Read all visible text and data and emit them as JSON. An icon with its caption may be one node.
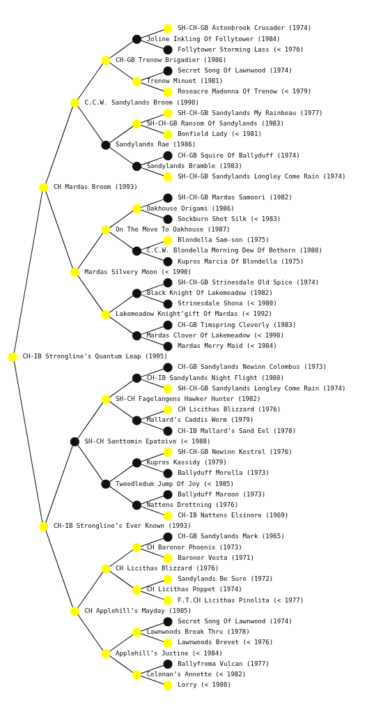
{
  "diagram": {
    "nodes": [
      {
        "text": [],
        "shape": "circle",
        "beside": [
          "SH-CH-GB Astonbrook Crusader (1974)"
        ]
      },
      {
        "text": [],
        "shape": "circle",
        "beside": [
          "Joline Inkling Of Follytower (1984)"
        ]
      },
      {
        "text": [],
        "shape": "circle",
        "beside": [
          "Follytower Storming Lass (< 1976)"
        ]
      },
      {
        "text": [],
        "shape": "circle",
        "beside": [
          "CH-GB Trenow Brigadier (1986)"
        ]
      },
      {
        "text": [],
        "shape": "circle",
        "beside": [
          "Secret Song Of Lawnwood (1974)"
        ]
      },
      {
        "text": [],
        "shape": "circle",
        "beside": [
          "Trenow Minuet (1981)"
        ]
      },
      {
        "text": [],
        "shape": "circle",
        "beside": [
          "Roseacre Madonna Of Trenow (< 1979)"
        ]
      },
      {
        "text": [],
        "shape": "circle",
        "beside": [
          "C.C.W. Sandylands Broom (1990)"
        ]
      },
      {
        "text": [],
        "shape": "circle",
        "beside": [
          "SH-CH-GB Sandylands My Rainbeau (1977)"
        ]
      },
      {
        "text": [],
        "shape": "circle",
        "beside": [
          "SH-CH-GB Ransom Of Sandylands (1983)"
        ]
      },
      {
        "text": [],
        "shape": "circle",
        "beside": [
          "Bonfield Lady (< 1981)"
        ]
      },
      {
        "text": [],
        "shape": "circle",
        "beside": [
          "Sandylands Rae (1986)"
        ]
      },
      {
        "text": [],
        "shape": "circle",
        "beside": [
          "CH-GB Squire Of Ballyduff (1974)"
        ]
      },
      {
        "text": [],
        "shape": "circle",
        "beside": [
          "Sandylands Bramble (1983)"
        ]
      },
      {
        "text": [],
        "shape": "circle",
        "beside": [
          "SH-CH-GB Sandylands Longley Come Rain (1974)"
        ]
      },
      {
        "text": [],
        "shape": "circle",
        "beside": [
          "CH Mardas Broom (1993)"
        ]
      },
      {
        "text": [],
        "shape": "circle",
        "beside": [
          "SH-CH-GB Mardas Samoori (1982)"
        ]
      },
      {
        "text": [],
        "shape": "circle",
        "beside": [
          "Oakhouse Origami (1986)"
        ]
      },
      {
        "text": [],
        "shape": "circle",
        "beside": [
          "Sockburn Shot Silk (< 1983)"
        ]
      },
      {
        "text": [],
        "shape": "circle",
        "beside": [
          "On The Move To Oakhouse (1987)"
        ]
      },
      {
        "text": [],
        "shape": "circle",
        "beside": [
          "Blondella Sam-son (1975)"
        ]
      },
      {
        "text": [],
        "shape": "circle",
        "beside": [
          "C.C.W. Blondella Morning Dew Of Bothorn (1980)"
        ]
      },
      {
        "text": [],
        "shape": "circle",
        "beside": [
          "Kupros Marcia Of Blondella (1975)"
        ]
      },
      {
        "text": [],
        "shape": "circle",
        "beside": [
          "Mardas Silvery Moon (< 1990)"
        ]
      },
      {
        "text": [],
        "shape": "circle",
        "beside": [
          "SH-CH-GB Strinesdale Old Spice (1974)"
        ]
      },
      {
        "text": [],
        "shape": "circle",
        "beside": [
          "Black Knight Of Lakemeadow (1982)"
        ]
      },
      {
        "text": [],
        "shape": "circle",
        "beside": [
          "Strinesdale Shona (< 1980)"
        ]
      },
      {
        "text": [],
        "shape": "circle",
        "beside": [
          "Lakemeadow Knight’gift Of Mardas (< 1992)"
        ]
      },
      {
        "text": [],
        "shape": "circle",
        "beside": [
          "CH-GB Timspring Cleverly (1983)"
        ]
      },
      {
        "text": [],
        "shape": "circle",
        "beside": [
          "Mardas Clover Of Lakemeadow (< 1990)"
        ]
      },
      {
        "text": [],
        "shape": "circle",
        "beside": [
          "Mardas Merry Maid (< 1984)"
        ]
      },
      {
        "text": [],
        "shape": "circle",
        "beside": [
          "CH-IB Strongline’s Quantum Leap (1995)"
        ]
      },
      {
        "text": [],
        "shape": "circle",
        "beside": [
          "CH-GB Sandylands Newinn Colombus (1973)"
        ]
      },
      {
        "text": [],
        "shape": "circle",
        "beside": [
          "CH-IB Sandylands Night Flight (1980)"
        ]
      },
      {
        "text": [],
        "shape": "circle",
        "beside": [
          "SH-CH-GB Sandylands Longley Come Rain (1974)"
        ]
      },
      {
        "text": [],
        "shape": "circle",
        "beside": [
          "SH-CH Fagelangens Hawker Hunter (1982)"
        ]
      },
      {
        "text": [],
        "shape": "circle",
        "beside": [
          "CH Licithas Blizzard (1976)"
        ]
      },
      {
        "text": [],
        "shape": "circle",
        "beside": [
          "Mallard’s Caddis Worm (1979)"
        ]
      },
      {
        "text": [],
        "shape": "circle",
        "beside": [
          "CH-IB Mallard’s Sand Eel (1978)"
        ]
      },
      {
        "text": [],
        "shape": "circle",
        "beside": [
          "SH-CH Santtomin Epatoivo (< 1988)"
        ]
      },
      {
        "text": [],
        "shape": "circle",
        "beside": [
          "SH-CH-GB Newinn Kestrel (1976)"
        ]
      },
      {
        "text": [],
        "shape": "circle",
        "beside": [
          "Kupros Kassidy (1979)"
        ]
      },
      {
        "text": [],
        "shape": "circle",
        "beside": [
          "Ballyduff Morella (1973)"
        ]
      },
      {
        "text": [],
        "shape": "circle",
        "beside": [
          "Tweedledum Jump Of Joy (< 1985)"
        ]
      },
      {
        "text": [],
        "shape": "circle",
        "beside": [
          "Ballyduff Maroon (1973)"
        ]
      },
      {
        "text": [],
        "shape": "circle",
        "beside": [
          "Nattens Drottning (1976)"
        ]
      },
      {
        "text": [],
        "shape": "circle",
        "beside": [
          "CH-IB Nattens Elsinore (1969)"
        ]
      },
      {
        "text": [],
        "shape": "circle",
        "beside": [
          "CH-IB Strongline’s Ever Known (1993)"
        ]
      },
      {
        "text": [],
        "shape": "circle",
        "beside": [
          "CH-GB Sandylands Mark (1965)"
        ]
      },
      {
        "text": [],
        "shape": "circle",
        "beside": [
          "CH Baronor Phoenix (1973)"
        ]
      },
      {
        "text": [],
        "shape": "circle",
        "beside": [
          "Baronor Vesta (1971)"
        ]
      },
      {
        "text": [],
        "shape": "circle",
        "beside": [
          "CH Licithas Blizzard (1976)"
        ]
      },
      {
        "text": [],
        "shape": "circle",
        "beside": [
          "Sandylands Be Sure (1972)"
        ]
      },
      {
        "text": [],
        "shape": "circle",
        "beside": [
          "CH Licithas Poppet (1974)"
        ]
      },
      {
        "text": [],
        "shape": "circle",
        "beside": [
          "F.T.CH Licithas Pinolita (< 1977)"
        ]
      },
      {
        "text": [],
        "shape": "circle",
        "beside": [
          "CH Applehill’s Mayday (1985)"
        ]
      },
      {
        "text": [],
        "shape": "circle",
        "beside": [
          "Secret Song Of Lawnwood (1974)"
        ]
      },
      {
        "text": [],
        "shape": "circle",
        "beside": [
          "Lawnwoods Break Thru (1978)"
        ]
      },
      {
        "text": [],
        "shape": "circle",
        "beside": [
          "Lawnwoods Brevet (< 1976)"
        ]
      },
      {
        "text": [],
        "shape": "circle",
        "beside": [
          "Applehill’s Justine (< 1984)"
        ]
      },
      {
        "text": [],
        "shape": "circle",
        "beside": [
          "Ballyfrema Vulcan (1977)"
        ]
      },
      {
        "text": [],
        "shape": "circle",
        "beside": [
          "Celonan’s Annette (< 1982)"
        ]
      },
      {
        "text": [],
        "shape": "circle",
        "beside": [
          "Lorry (< 1980)"
        ]
      }
    ],
    "edges": [
      {
        "from": 31,
        "to": 15,
        "arrow": "none"
      },
      {
        "from": 31,
        "to": 47,
        "arrow": "none"
      },
      {
        "from": 15,
        "to": 7,
        "arrow": "none"
      },
      {
        "from": 15,
        "to": 23,
        "arrow": "none"
      },
      {
        "from": 7,
        "to": 3,
        "arrow": "none"
      },
      {
        "from": 7,
        "to": 11,
        "arrow": "none"
      },
      {
        "from": 3,
        "to": 1,
        "arrow": "none"
      },
      {
        "from": 3,
        "to": 5,
        "arrow": "none"
      },
      {
        "from": 1,
        "to": 0,
        "arrow": "none"
      },
      {
        "from": 1,
        "to": 2,
        "arrow": "none"
      },
      {
        "from": 5,
        "to": 4,
        "arrow": "none"
      },
      {
        "from": 5,
        "to": 6,
        "arrow": "none"
      },
      {
        "from": 11,
        "to": 9,
        "arrow": "none"
      },
      {
        "from": 11,
        "to": 13,
        "arrow": "none"
      },
      {
        "from": 9,
        "to": 8,
        "arrow": "none"
      },
      {
        "from": 9,
        "to": 10,
        "arrow": "none"
      },
      {
        "from": 13,
        "to": 12,
        "arrow": "none"
      },
      {
        "from": 13,
        "to": 14,
        "arrow": "none"
      },
      {
        "from": 23,
        "to": 19,
        "arrow": "none"
      },
      {
        "from": 23,
        "to": 27,
        "arrow": "none"
      },
      {
        "from": 19,
        "to": 17,
        "arrow": "none"
      },
      {
        "from": 19,
        "to": 21,
        "arrow": "none"
      },
      {
        "from": 17,
        "to": 16,
        "arrow": "none"
      },
      {
        "from": 17,
        "to": 18,
        "arrow": "none"
      },
      {
        "from": 21,
        "to": 20,
        "arrow": "none"
      },
      {
        "from": 21,
        "to": 22,
        "arrow": "none"
      },
      {
        "from": 27,
        "to": 25,
        "arrow": "none"
      },
      {
        "from": 27,
        "to": 29,
        "arrow": "none"
      },
      {
        "from": 25,
        "to": 24,
        "arrow": "none"
      },
      {
        "from": 25,
        "to": 26,
        "arrow": "none"
      },
      {
        "from": 29,
        "to": 28,
        "arrow": "none"
      },
      {
        "from": 29,
        "to": 30,
        "arrow": "none"
      },
      {
        "from": 47,
        "to": 39,
        "arrow": "none"
      },
      {
        "from": 47,
        "to": 55,
        "arrow": "none"
      },
      {
        "from": 39,
        "to": 35,
        "arrow": "none"
      },
      {
        "from": 39,
        "to": 43,
        "arrow": "none"
      },
      {
        "from": 35,
        "to": 33,
        "arrow": "none"
      },
      {
        "from": 35,
        "to": 37,
        "arrow": "none"
      },
      {
        "from": 33,
        "to": 32,
        "arrow": "none"
      },
      {
        "from": 33,
        "to": 34,
        "arrow": "none"
      },
      {
        "from": 37,
        "to": 36,
        "arrow": "none"
      },
      {
        "from": 37,
        "to": 38,
        "arrow": "none"
      },
      {
        "from": 43,
        "to": 41,
        "arrow": "none"
      },
      {
        "from": 43,
        "to": 45,
        "arrow": "none"
      },
      {
        "from": 41,
        "to": 40,
        "arrow": "none"
      },
      {
        "from": 41,
        "to": 42,
        "arrow": "none"
      },
      {
        "from": 45,
        "to": 44,
        "arrow": "none"
      },
      {
        "from": 45,
        "to": 46,
        "arrow": "none"
      },
      {
        "from": 55,
        "to": 51,
        "arrow": "none"
      },
      {
        "from": 55,
        "to": 59,
        "arrow": "none"
      },
      {
        "from": 51,
        "to": 49,
        "arrow": "none"
      },
      {
        "from": 51,
        "to": 53,
        "arrow": "none"
      },
      {
        "from": 49,
        "to": 48,
        "arrow": "none"
      },
      {
        "from": 49,
        "to": 50,
        "arrow": "none"
      },
      {
        "from": 53,
        "to": 52,
        "arrow": "none"
      },
      {
        "from": 53,
        "to": 54,
        "arrow": "none"
      },
      {
        "from": 59,
        "to": 57,
        "arrow": "none"
      },
      {
        "from": 59,
        "to": 61,
        "arrow": "none"
      },
      {
        "from": 57,
        "to": 56,
        "arrow": "none"
      },
      {
        "from": 57,
        "to": 58,
        "arrow": "none"
      },
      {
        "from": 61,
        "to": 60,
        "arrow": "none"
      },
      {
        "from": 61,
        "to": 62,
        "arrow": "none"
      }
    ]
  }
}
